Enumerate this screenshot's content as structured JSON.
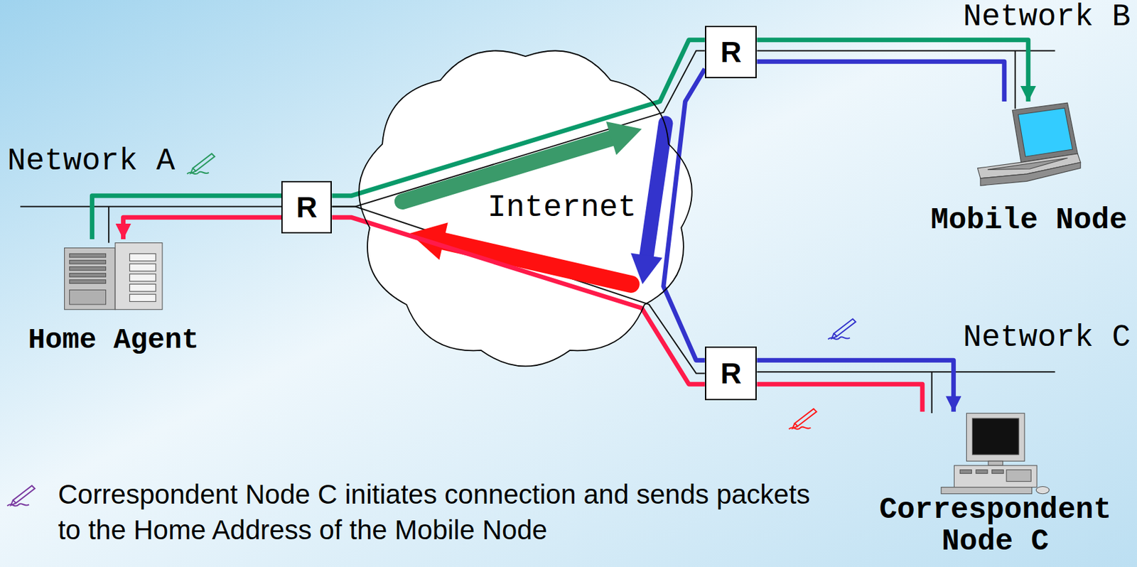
{
  "diagram": {
    "caption": "Correspondent Node C initiates connection and sends packets to the Home Address of the Mobile Node",
    "nodes": [
      {
        "text": [
          "R"
        ]
      },
      {
        "text": [
          "Home Agent"
        ]
      },
      {
        "text": [
          "R"
        ]
      },
      {
        "text": [
          "Internet"
        ]
      },
      {
        "text": [
          "Mobile Node"
        ]
      },
      {
        "text": [
          "R"
        ]
      },
      {
        "text": [
          "Correspondent Node C"
        ]
      }
    ],
    "edges": [
      {
        "from": 1,
        "to": 2,
        "arrow": "none"
      },
      {
        "from": 2,
        "to": 0,
        "arrow": "none"
      },
      {
        "from": 0,
        "to": 4,
        "arrow": "to"
      },
      {
        "from": 4,
        "to": 0,
        "arrow": "none"
      },
      {
        "from": 0,
        "to": 5,
        "arrow": "none"
      },
      {
        "from": 5,
        "to": 6,
        "arrow": "to"
      },
      {
        "from": 6,
        "to": 5,
        "arrow": "none"
      },
      {
        "from": 5,
        "to": 2,
        "arrow": "none"
      },
      {
        "from": 2,
        "to": 1,
        "arrow": "to"
      }
    ],
    "labels": [
      "Network B",
      "Network A",
      "Network C"
    ]
  }
}
